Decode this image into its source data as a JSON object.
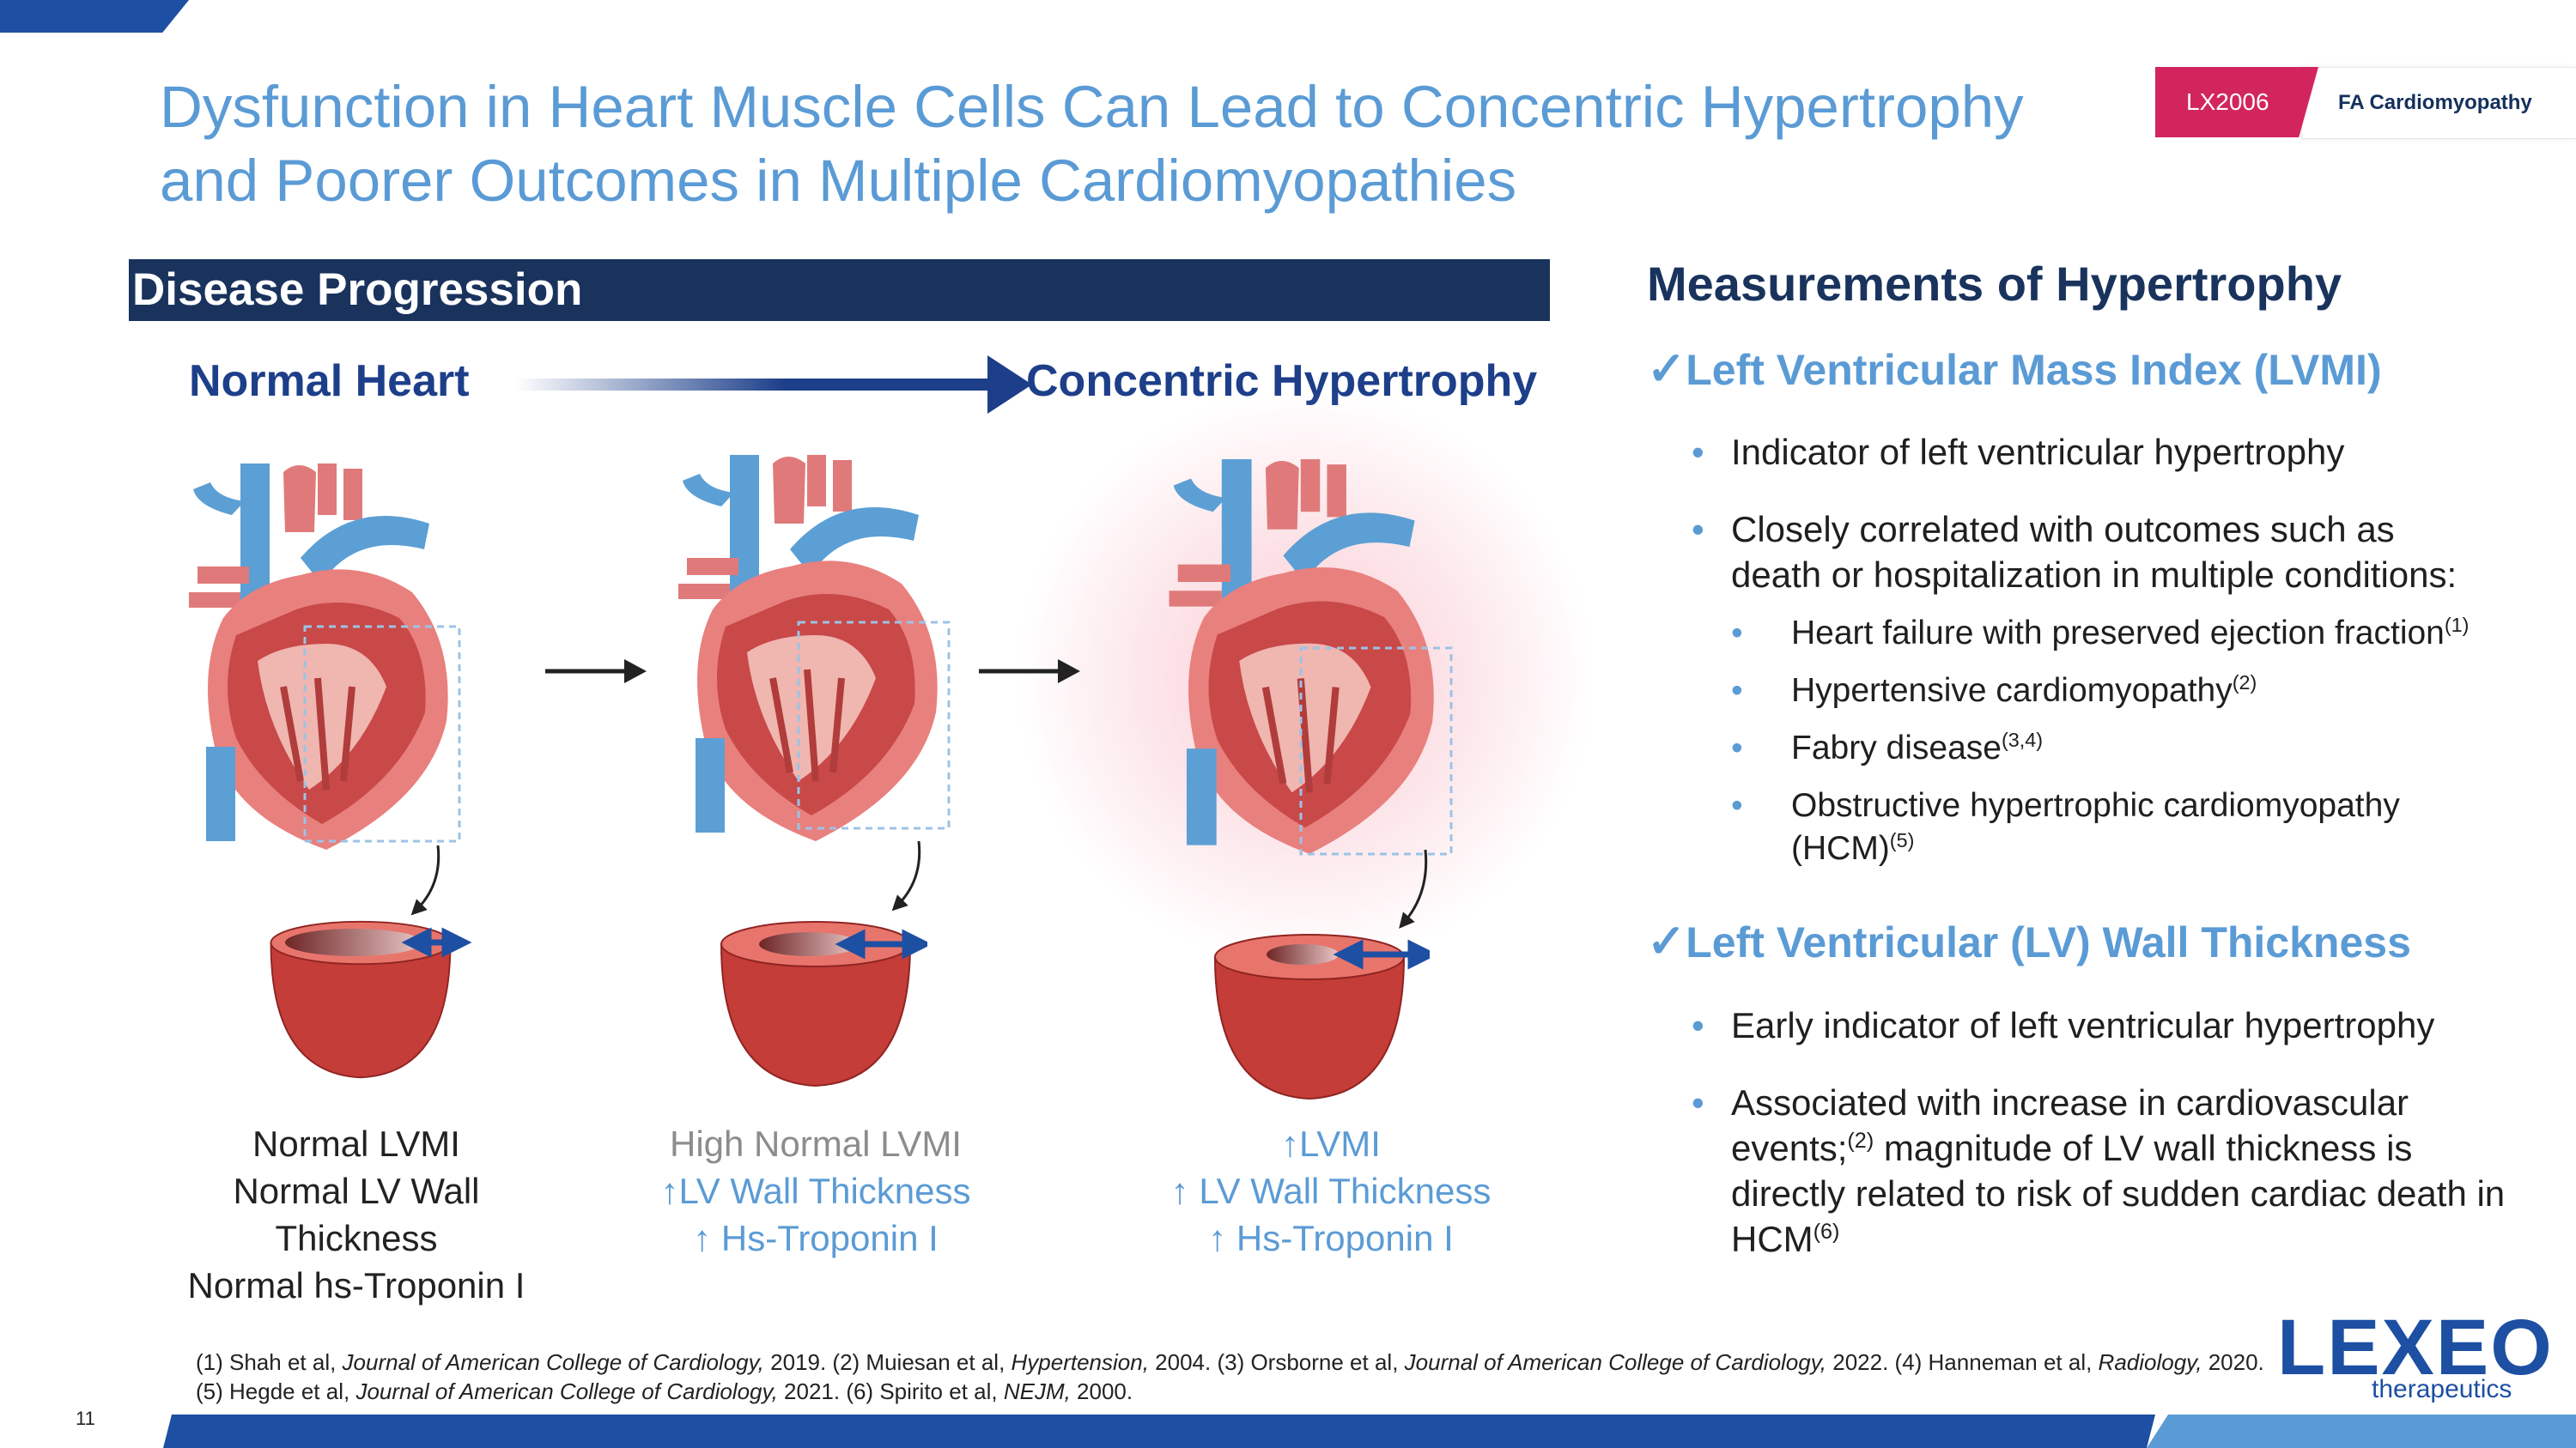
{
  "header": {
    "title_line1": "Dysfunction in Heart Muscle Cells Can Lead to Concentric Hypertrophy",
    "title_line2": "and Poorer Outcomes in Multiple Cardiomyopathies",
    "badge_program": "LX2006",
    "badge_indication": "FA Cardiomyopathy"
  },
  "left": {
    "section_title": "Disease Progression",
    "stage_start": "Normal Heart",
    "stage_end": "Concentric Hypertrophy",
    "columns": [
      {
        "lines": [
          "Normal LVMI",
          "Normal LV Wall",
          "Thickness",
          "Normal hs-Troponin I"
        ]
      },
      {
        "lines": [
          "High Normal LVMI",
          "↑LV Wall Thickness",
          "↑ Hs-Troponin I"
        ]
      },
      {
        "lines": [
          "↑LVMI",
          "↑ LV Wall Thickness",
          "↑ Hs-Troponin I"
        ]
      }
    ]
  },
  "right": {
    "title": "Measurements of Hypertrophy",
    "check_mark": "✓",
    "bullet_dot": "•",
    "lvmi": {
      "heading": "Left Ventricular Mass Index (LVMI)",
      "bullet1": "Indicator of left ventricular hypertrophy",
      "bullet2_line1": "Closely correlated with outcomes such as",
      "bullet2_line2": "death or hospitalization in multiple conditions:",
      "sub": [
        {
          "text": "Heart failure with preserved ejection fraction",
          "ref": "(1)"
        },
        {
          "text": "Hypertensive cardiomyopathy",
          "ref": "(2)"
        },
        {
          "text": "Fabry disease",
          "ref": "(3,4)"
        },
        {
          "text": "Obstructive hypertrophic cardiomyopathy",
          "text2": "(HCM)",
          "ref": "(5)"
        }
      ]
    },
    "wall": {
      "heading": "Left Ventricular (LV) Wall Thickness",
      "bullet1": "Early indicator of left ventricular hypertrophy",
      "bullet2_line1": "Associated with increase in cardiovascular",
      "bullet2_line2a": "events;",
      "bullet2_ref1": "(2)",
      "bullet2_line2b": " magnitude of LV wall thickness is",
      "bullet2_line3": "directly related to risk of sudden cardiac death in",
      "bullet2_line4": "HCM",
      "bullet2_ref2": "(6)"
    }
  },
  "footer": {
    "refs": [
      {
        "pre": "(1) Shah et al, ",
        "journal": "Journal of American College of Cardiology,",
        "post": " 2019.  "
      },
      {
        "pre": "(2) Muiesan et al, ",
        "journal": "Hypertension,",
        "post": " 2004.  "
      },
      {
        "pre": "(3) Orsborne et al, ",
        "journal": "Journal of American College of Cardiology,",
        "post": " 2022.  "
      },
      {
        "pre": "(4) Hanneman et al, ",
        "journal": "Radiology,",
        "post": " 2020.  "
      },
      {
        "pre": "(5) Hegde et al, ",
        "journal": "Journal of American College of Cardiology,",
        "post": " 2021.  "
      },
      {
        "pre": "(6) Spirito et al, ",
        "journal": "NEJM,",
        "post": " 2000."
      }
    ],
    "page_number": "11",
    "logo_main": "LEXEO",
    "logo_sub": "therapeutics"
  }
}
